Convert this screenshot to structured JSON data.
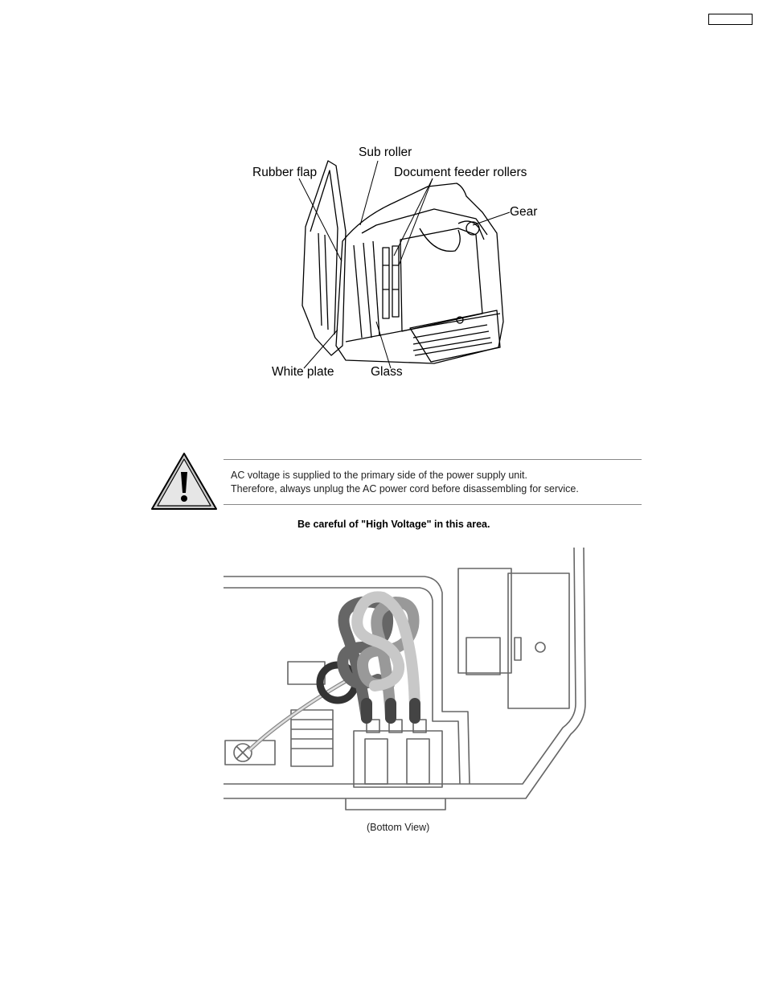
{
  "page_number": "",
  "figure1": {
    "labels": {
      "sub_roller": "Sub roller",
      "rubber_flap": "Rubber flap",
      "document_feeder_rollers": "Document feeder rollers",
      "gear": "Gear",
      "white_plate": "White plate",
      "glass": "Glass"
    }
  },
  "warning": {
    "line1": "AC voltage is supplied to the primary side of the power supply unit.",
    "line2": "Therefore, always unplug the AC power cord before disassembling for service.",
    "caution": "Be careful of \"High Voltage\" in this area."
  },
  "figure2": {
    "caption": "(Bottom View)"
  }
}
